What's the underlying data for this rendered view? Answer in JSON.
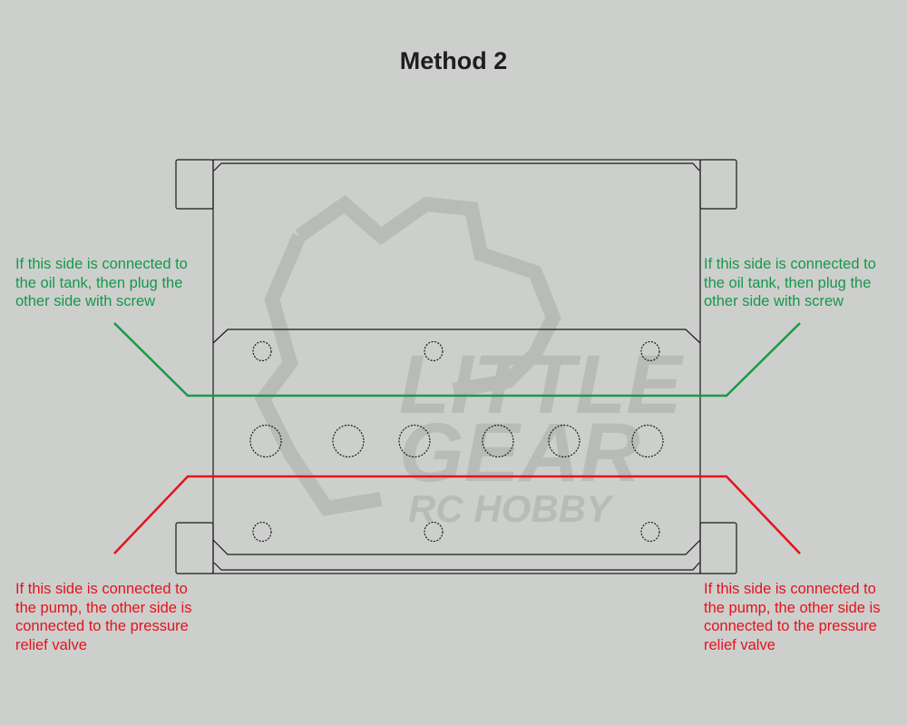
{
  "title": "Method 2",
  "watermark": {
    "line1": "LITTLE",
    "line2": "GEAR",
    "line3": "RC HOBBY"
  },
  "colors": {
    "oil_tank_line": "#1a9a48",
    "pump_line": "#e3141b",
    "outline": "#1a1a1a",
    "background": "#cdcfcd"
  },
  "annotations": {
    "oil_tank_left": "If this side is connected to\nthe oil tank, then plug the\nother side with screw",
    "oil_tank_right": "If this side is connected to\nthe oil tank, then plug the\nother side with screw",
    "pump_left": "If this side is connected to\nthe pump, the other side is\nconnected to the pressure\nrelief valve",
    "pump_right": "If this side is connected to\nthe pump, the other side is\nconnected to the pressure\nrelief valve"
  }
}
